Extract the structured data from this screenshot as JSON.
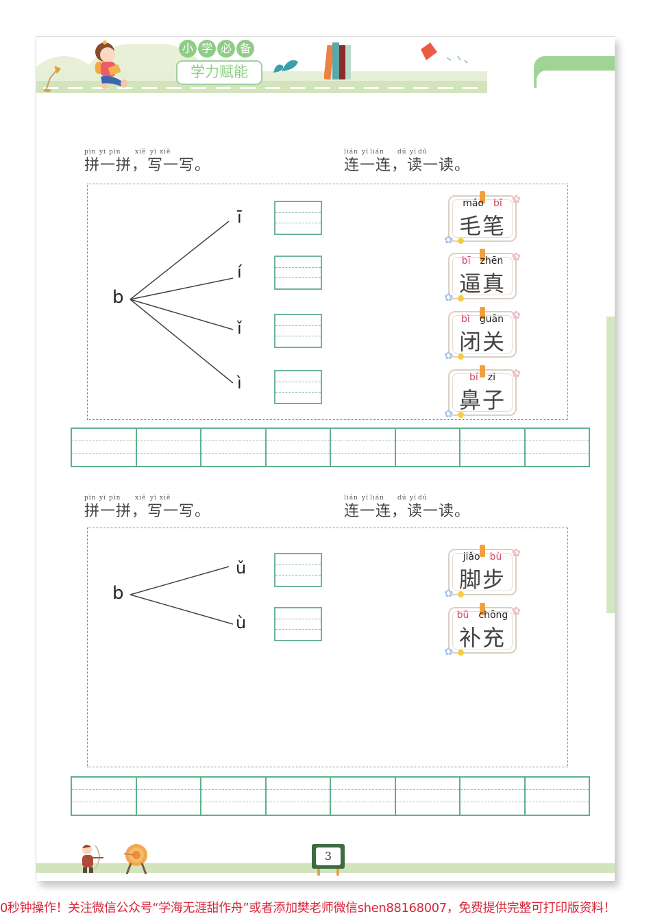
{
  "header": {
    "badge_top_chars": [
      "小",
      "学",
      "必",
      "备"
    ],
    "badge_bottom": "学力赋能"
  },
  "colors": {
    "accent_green": "#8fcd86",
    "grid_green": "#5fb08a",
    "pinyin_red": "#d0465e",
    "watermark_red": "#d8263a"
  },
  "sections": [
    {
      "left_heading": {
        "pinyin": [
          "pīn",
          "yī",
          "pīn",
          "xiě",
          "yī",
          "xiě"
        ],
        "text": "拼一拼，写一写。"
      },
      "right_heading": {
        "pinyin": [
          "lián",
          "yī",
          "lián",
          "dú",
          "yī",
          "dú"
        ],
        "text": "连一连，读一读。"
      },
      "initial": "b",
      "finals": [
        "ī",
        "í",
        "ǐ",
        "ì"
      ],
      "cards": [
        {
          "pinyin": [
            "máo",
            "bǐ"
          ],
          "chars": "毛笔"
        },
        {
          "pinyin": [
            "bī",
            "zhēn"
          ],
          "chars": "逼真"
        },
        {
          "pinyin": [
            "bì",
            "guān"
          ],
          "chars": "闭关"
        },
        {
          "pinyin": [
            "bí",
            "zi"
          ],
          "chars": "鼻子"
        }
      ]
    },
    {
      "left_heading": {
        "pinyin": [
          "pīn",
          "yī",
          "pīn",
          "xiě",
          "yī",
          "xiě"
        ],
        "text": "拼一拼，写一写。"
      },
      "right_heading": {
        "pinyin": [
          "lián",
          "yī",
          "lián",
          "dú",
          "yī",
          "dú"
        ],
        "text": "连一连，读一读。"
      },
      "initial": "b",
      "finals": [
        "ǔ",
        "ù"
      ],
      "cards": [
        {
          "pinyin": [
            "jiǎo",
            "bù"
          ],
          "chars": "脚步"
        },
        {
          "pinyin": [
            "bǔ",
            "chōng"
          ],
          "chars": "补充"
        }
      ]
    }
  ],
  "footer": {
    "page_number": "3"
  },
  "watermark": "0秒钟操作！关注微信公众号“学海无涯甜作舟”或者添加樊老师微信shen88168007，免费提供完整可打印版资料！"
}
